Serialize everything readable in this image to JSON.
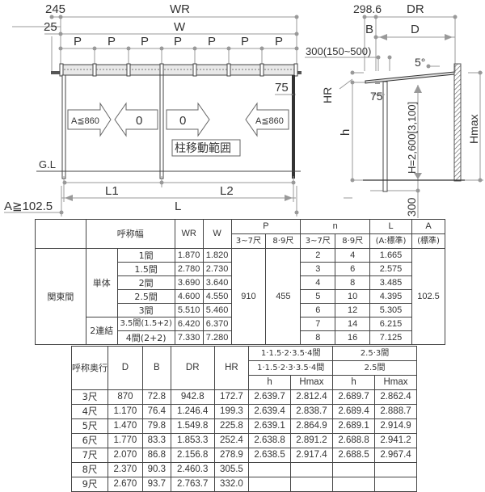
{
  "front_view": {
    "dim_top_left_offset": "245",
    "dim_wr": "WR",
    "dim_second_offset": "25",
    "dim_w": "W",
    "pitch_labels": [
      "P",
      "P",
      "P",
      "P",
      "P",
      "P",
      "P"
    ],
    "post_offset": "75",
    "arrow_left_outer": "A≦860",
    "arrow_left_inner": "0",
    "arrow_right_inner": "0",
    "arrow_right_outer": "A≦860",
    "movement_range_label": "柱移動範囲",
    "ground_label": "G.L",
    "span_l1": "L1",
    "span_l2": "L2",
    "span_l": "L",
    "min_offset": "A≧102.5"
  },
  "side_view": {
    "dim_top_offset": "298.6",
    "dim_dr": "DR",
    "dim_b": "B",
    "dim_d": "D",
    "eave_offset": "300(150~500)",
    "angle": "5°",
    "hr_label": "HR",
    "post_offset": "75",
    "h_label": "h",
    "height_label": "H=2,600[3,100]",
    "hmax_label": "Hmax",
    "embed_depth": "300"
  },
  "table1": {
    "headers": {
      "region": "",
      "nominal_width": "呼称幅",
      "wr": "WR",
      "w": "W",
      "p": "P",
      "p_sub": [
        "3~7尺",
        "8·9尺"
      ],
      "n": "n",
      "n_sub": [
        "3~7尺",
        "8·9尺"
      ],
      "l": "L",
      "l_sub": "(A:標準)",
      "a": "A",
      "a_sub": "(標準)"
    },
    "region": "関東間",
    "group_single": "単体",
    "group_double": "2連結",
    "p_values": [
      "910",
      "455"
    ],
    "a_value": "102.5",
    "rows": [
      {
        "name": "1間",
        "wr": "1.870",
        "w": "1.820",
        "n1": "2",
        "n2": "4",
        "l": "1.665"
      },
      {
        "name": "1.5間",
        "wr": "2.780",
        "w": "2.730",
        "n1": "3",
        "n2": "6",
        "l": "2.575"
      },
      {
        "name": "2間",
        "wr": "3.690",
        "w": "3.640",
        "n1": "4",
        "n2": "8",
        "l": "3.485"
      },
      {
        "name": "2.5間",
        "wr": "4.600",
        "w": "4.550",
        "n1": "5",
        "n2": "10",
        "l": "4.395"
      },
      {
        "name": "3間",
        "wr": "5.510",
        "w": "5.460",
        "n1": "6",
        "n2": "12",
        "l": "5.305"
      },
      {
        "name": "3.5間(1.5+2)",
        "wr": "6.420",
        "w": "6.370",
        "n1": "7",
        "n2": "14",
        "l": "6.215"
      },
      {
        "name": "4間(2+2)",
        "wr": "7.330",
        "w": "7.280",
        "n1": "8",
        "n2": "16",
        "l": "7.125"
      }
    ]
  },
  "table2": {
    "headers": {
      "depth": "呼称奥行",
      "d": "D",
      "b": "B",
      "dr": "DR",
      "hr": "HR",
      "group1_top": "1·1.5·2·3.5·4間",
      "group1_sub": "1·1.5·2·3·3.5·4間",
      "group2_top": "2.5·3間",
      "group2_sub": "2.5間",
      "h": "h",
      "hmax": "Hmax"
    },
    "rows": [
      {
        "depth": "3尺",
        "d": "870",
        "b": "72.8",
        "dr": "942.8",
        "hr": "172.7",
        "h1": "2.639.7",
        "hmax1": "2.812.4",
        "h2": "2.689.7",
        "hmax2": "2.862.4"
      },
      {
        "depth": "4尺",
        "d": "1.170",
        "b": "76.4",
        "dr": "1.246.4",
        "hr": "199.3",
        "h1": "2.639.4",
        "hmax1": "2.838.7",
        "h2": "2.689.4",
        "hmax2": "2.888.7"
      },
      {
        "depth": "5尺",
        "d": "1.470",
        "b": "79.8",
        "dr": "1.549.8",
        "hr": "225.8",
        "h1": "2.639.1",
        "hmax1": "2.864.9",
        "h2": "2.689.1",
        "hmax2": "2.914.9"
      },
      {
        "depth": "6尺",
        "d": "1.770",
        "b": "83.3",
        "dr": "1.853.3",
        "hr": "252.4",
        "h1": "2.638.8",
        "hmax1": "2.891.2",
        "h2": "2.688.8",
        "hmax2": "2.941.2"
      },
      {
        "depth": "7尺",
        "d": "2.070",
        "b": "86.8",
        "dr": "2.156.8",
        "hr": "278.9",
        "h1": "2.638.5",
        "hmax1": "2.917.4",
        "h2": "2.688.5",
        "hmax2": "2.967.4"
      },
      {
        "depth": "8尺",
        "d": "2.370",
        "b": "90.3",
        "dr": "2.460.3",
        "hr": "305.5",
        "h1": "",
        "hmax1": "",
        "h2": "",
        "hmax2": ""
      },
      {
        "depth": "9尺",
        "d": "2.670",
        "b": "93.7",
        "dr": "2.763.7",
        "hr": "332.0",
        "h1": "",
        "hmax1": "",
        "h2": "",
        "hmax2": ""
      }
    ]
  }
}
